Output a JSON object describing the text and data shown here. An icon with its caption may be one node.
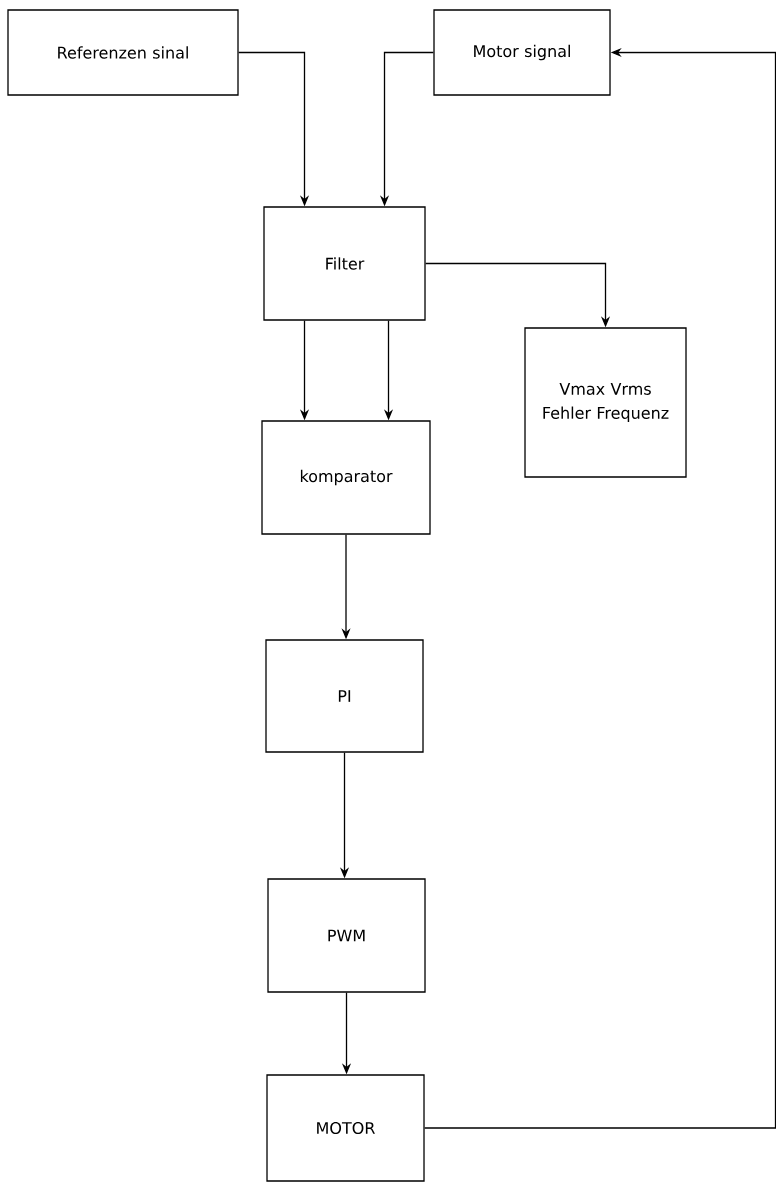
{
  "diagram": {
    "nodes": [
      {
        "text": [
          "Referenzen sinal"
        ]
      },
      {
        "text": [
          "Motor signal"
        ]
      },
      {
        "text": [
          "Filter"
        ]
      },
      {
        "text": [
          "Vmax Vrms Fehler Frequenz"
        ]
      },
      {
        "text": [
          "komparator"
        ]
      },
      {
        "text": [
          "PI"
        ]
      },
      {
        "text": [
          "PWM"
        ]
      },
      {
        "text": [
          "MOTOR"
        ]
      }
    ],
    "edges": [
      {
        "from": 0,
        "to": 2,
        "arrow": "to"
      },
      {
        "from": 1,
        "to": 2,
        "arrow": "to"
      },
      {
        "from": 2,
        "to": 3,
        "arrow": "to"
      },
      {
        "from": 2,
        "to": 4,
        "arrow": "to"
      },
      {
        "from": 2,
        "to": 4,
        "arrow": "to"
      },
      {
        "from": 4,
        "to": 5,
        "arrow": "to"
      },
      {
        "from": 5,
        "to": 6,
        "arrow": "to"
      },
      {
        "from": 6,
        "to": 7,
        "arrow": "to"
      },
      {
        "from": 7,
        "to": 1,
        "arrow": "to"
      }
    ]
  }
}
